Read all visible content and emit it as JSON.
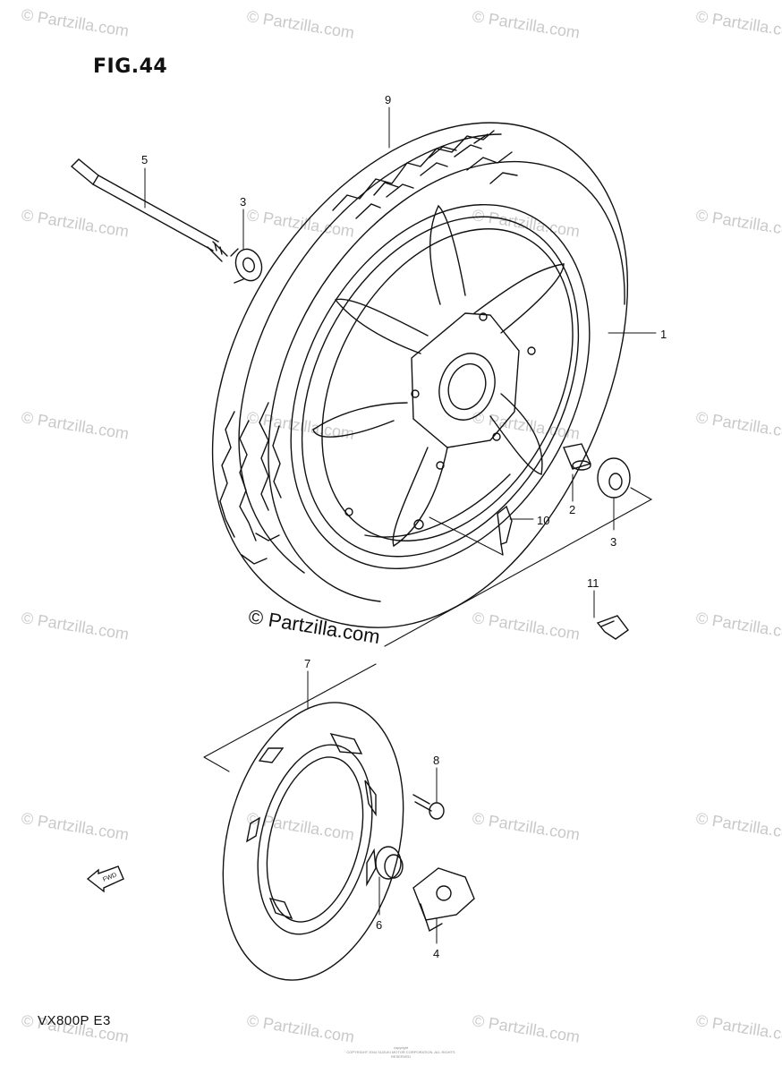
{
  "figure": {
    "title": "FIG.44",
    "model": "VX800P  E3",
    "watermark": "© Partzilla.com",
    "center_watermark": "© Partzilla.com",
    "footer_line1": "copyright",
    "footer_line2": "COPYRIGHT 2004 SUZUKI MOTOR CORPORATION. ALL RIGHTS RESERVED"
  },
  "parts": [
    {
      "id": "part-1",
      "label": "1"
    },
    {
      "id": "part-2",
      "label": "2"
    },
    {
      "id": "part-3a",
      "label": "3"
    },
    {
      "id": "part-3b",
      "label": "3"
    },
    {
      "id": "part-4",
      "label": "4"
    },
    {
      "id": "part-5",
      "label": "5"
    },
    {
      "id": "part-6",
      "label": "6"
    },
    {
      "id": "part-7",
      "label": "7"
    },
    {
      "id": "part-8",
      "label": "8"
    },
    {
      "id": "part-9",
      "label": "9"
    },
    {
      "id": "part-10",
      "label": "10"
    },
    {
      "id": "part-11",
      "label": "11"
    }
  ],
  "fwd_label": "FWD"
}
